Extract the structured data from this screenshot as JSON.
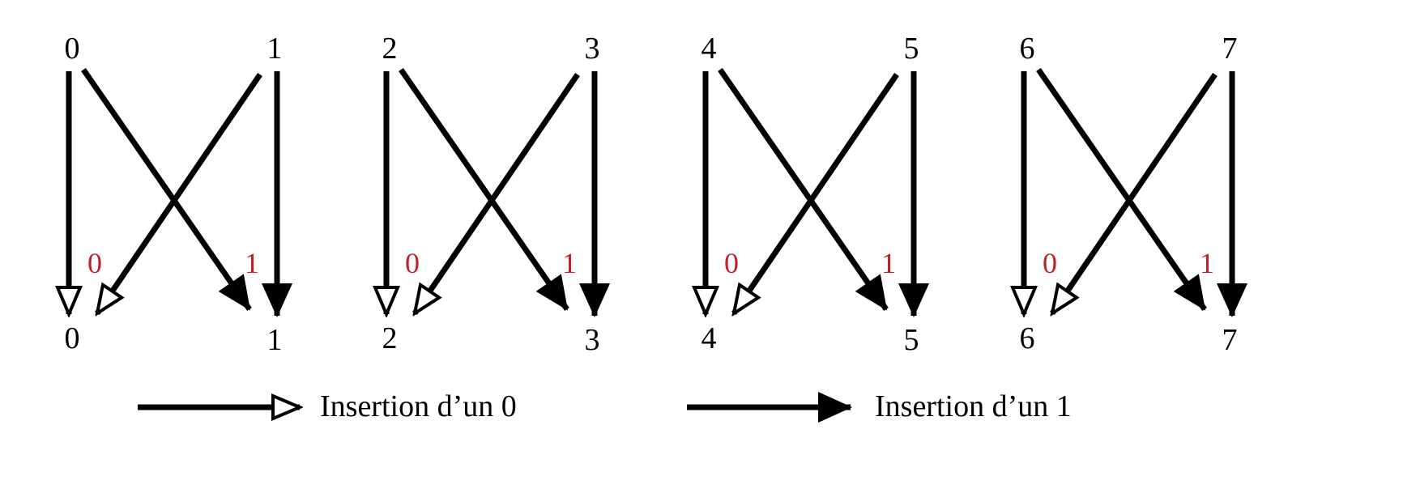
{
  "diagram": {
    "groups": [
      {
        "top": [
          "0",
          "1"
        ],
        "bottom": [
          "0",
          "1"
        ],
        "bits": [
          "0",
          "1"
        ]
      },
      {
        "top": [
          "2",
          "3"
        ],
        "bottom": [
          "2",
          "3"
        ],
        "bits": [
          "0",
          "1"
        ]
      },
      {
        "top": [
          "4",
          "5"
        ],
        "bottom": [
          "4",
          "5"
        ],
        "bits": [
          "0",
          "1"
        ]
      },
      {
        "top": [
          "6",
          "7"
        ],
        "bottom": [
          "6",
          "7"
        ],
        "bits": [
          "0",
          "1"
        ]
      }
    ],
    "legend": {
      "insert_zero": "Insertion d’un 0",
      "insert_one": "Insertion d’un 1"
    },
    "colors": {
      "arrow": "#000000",
      "bit_label": "#c0202a",
      "hollow_fill": "#ffffff"
    },
    "icons": {
      "insert_zero": "hollow-arrow-icon",
      "insert_one": "filled-arrow-icon"
    }
  }
}
